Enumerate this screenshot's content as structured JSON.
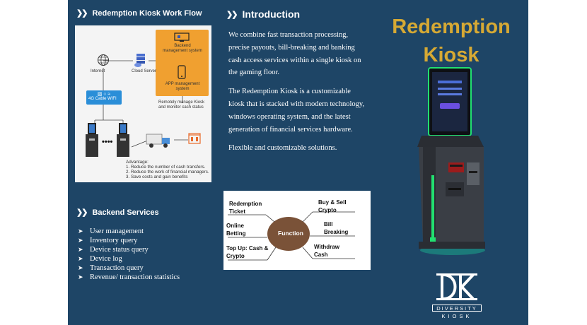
{
  "workflow": {
    "heading": "Redemption Kiosk Work Flow",
    "backend_label": "Backend management system",
    "app_label": "APP management system",
    "internet_label": "Internet",
    "cloud_label": "Cloud Server",
    "wifi_label": "4G Cable WIFI",
    "remote_note": "Remotely manage Kiosk and monitor cash status",
    "advantage_title": "Advantage:",
    "advantages": [
      "1.  Reduce the number of cash transfers.",
      "2.  Reduce the work of financial managers.",
      "3.  Save costs and gain benefits"
    ]
  },
  "introduction": {
    "heading": "Introduction",
    "paragraphs": [
      "We combine fast transaction processing, precise payouts, bill-breaking and banking cash access services within a single kiosk on the gaming floor.",
      "The Redemption Kiosk is a customizable kiosk that is stacked with modern technology, windows operating system, and the latest generation of financial services hardware.",
      "Flexible and customizable solutions."
    ]
  },
  "backend_services": {
    "heading": "Backend Services",
    "items": [
      "User management",
      "Inventory query",
      "Device status query",
      "Device log",
      "Transaction query",
      "Revenue/ transaction statistics"
    ]
  },
  "function_diagram": {
    "center": "Function",
    "left": [
      "Redemption Ticket",
      "Online Betting",
      "Top Up: Cash & Crypto"
    ],
    "right": [
      "Buy & Sell Crypto",
      "Bill Breaking",
      "Withdraw Cash"
    ]
  },
  "product": {
    "title_line1": "Redemption",
    "title_line2": "Kiosk"
  },
  "logo": {
    "line1": "DIVERSITY",
    "line2": "KIOSK"
  },
  "colors": {
    "panel": "#1e4566",
    "title_gold": "#d6a934",
    "function_circle": "#7a5238",
    "workflow_orange": "#f0a030"
  }
}
